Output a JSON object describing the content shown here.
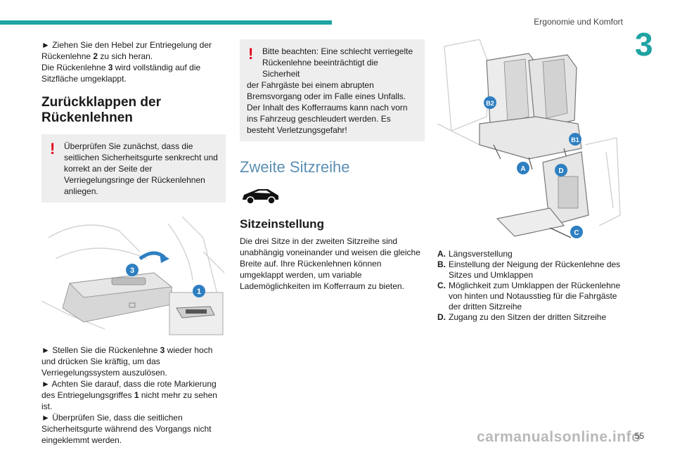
{
  "header": {
    "title": "Ergonomie und Komfort",
    "chapter": "3"
  },
  "col1": {
    "intro_bullet": "► Ziehen Sie den Hebel zur Entriegelung der",
    "intro_line2_pre": "Rückenlehne ",
    "intro_num": "2",
    "intro_line2_post": " zu sich heran.",
    "intro_line3_pre": "Die Rückenlehne ",
    "intro_line3_num": "3",
    "intro_line3_post": " wird vollständig auf die",
    "intro_line4": "Sitzfläche umgeklappt.",
    "heading": "Zurückklappen der Rückenlehnen",
    "warning": "Überprüfen Sie zunächst, dass die seitlichen Sicherheitsgurte senkrecht und korrekt an der Seite der Verriegelungsringe der Rückenlehnen anliegen.",
    "figure_labels": {
      "one": "1",
      "three": "3"
    },
    "step1_pre": "► Stellen Sie die Rückenlehne ",
    "step1_num": "3",
    "step1_post": " wieder hoch und drücken Sie kräftig, um das Verriegelungssystem auszulösen.",
    "step2_pre": "► Achten Sie darauf, dass die rote Markierung des Entriegelungsgriffes ",
    "step2_num": "1",
    "step2_post": " nicht mehr zu sehen ist.",
    "step3": "► Überprüfen Sie, dass die seitlichen Sicherheitsgurte während des Vorgangs nicht eingeklemmt werden."
  },
  "col2": {
    "warning": "Bitte beachten: Eine schlecht verriegelte Rückenlehne beeinträchtigt die Sicherheit der Fahrgäste bei einem abrupten Bremsvorgang oder im Falle eines Unfalls. Der Inhalt des Kofferraums kann nach vorn ins Fahrzeug geschleudert werden. Es besteht Verletzungsgefahr!",
    "warning_first": "Bitte beachten: Eine schlecht verriegelte",
    "warning_second": "Rückenlehne beeinträchtigt die Sicherheit",
    "warning_rest": "der Fahrgäste bei einem abrupten Bremsvorgang oder im Falle eines Unfalls. Der Inhalt des Kofferraums kann nach vorn ins Fahrzeug geschleudert werden. Es besteht Verletzungsgefahr!",
    "section_title": "Zweite Sitzreihe",
    "sub_heading": "Sitzeinstellung",
    "body": "Die drei Sitze in der zweiten Sitzreihe sind unabhängig voneinander und weisen die gleiche Breite auf. Ihre Rückenlehnen können umgeklappt werden, um variable Lademöglichkeiten im Kofferraum zu bieten."
  },
  "col3": {
    "figure_labels": {
      "b2": "B2",
      "b1": "B1",
      "a": "A",
      "d": "D",
      "c": "C"
    },
    "legend": [
      {
        "key": "A.",
        "text": "Längsverstellung"
      },
      {
        "key": "B.",
        "text": "Einstellung der Neigung der Rückenlehne des Sitzes und Umklappen"
      },
      {
        "key": "C.",
        "text": "Möglichkeit zum Umklappen der Rückenlehne von hinten und Notausstieg für die Fahrgäste der dritten Sitzreihe"
      },
      {
        "key": "D.",
        "text": "Zugang zu den Sitzen der dritten Sitzreihe"
      }
    ]
  },
  "footer": {
    "page": "55",
    "watermark": "carmanualsonline.info"
  },
  "colors": {
    "accent": "#1fa3a3",
    "badge": "#2e7fc1",
    "warning": "#e3001b",
    "section_heading": "#5b8fb3"
  }
}
